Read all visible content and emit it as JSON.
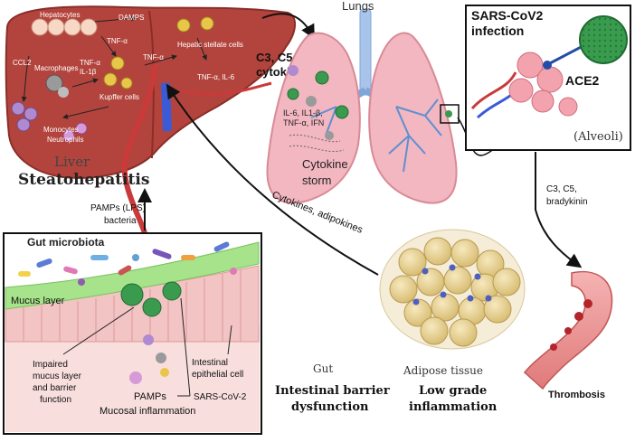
{
  "liver": {
    "hepatocytes": "Hepatocytes",
    "damps": "DAMPS",
    "ccl2": "CCL2",
    "macrophages": "Macrophages",
    "tnfa_il1b_1": "TNF-α",
    "tnfa_il1b_2": "IL-1β",
    "tnfa_left": "TNF-α",
    "tnfa_mid": "TNF-α",
    "hepatic_stellate": "Hepatic stellate cells",
    "kupffer": "Kupffer cells",
    "tnf_il6": "TNF-α, IL-6",
    "monocytes": "Monocytes",
    "neutrophils": "Neutrophils",
    "organ_label": "Liver",
    "condition": "Steatohepatitis"
  },
  "lungs": {
    "organ_label": "Lungs",
    "cytokines_line1": "IL-6, IL1-β,",
    "cytokines_line2": "TNF-α, IFN",
    "storm_line1": "Cytokine",
    "storm_line2": "storm"
  },
  "arrows": {
    "liver_to_lungs_1": "C3, C5,",
    "liver_to_lungs_2": "cytokines",
    "pamps_1": "PAMPs (LPS)",
    "pamps_2": "bacteria",
    "adipose_to_liver": "Cytokines, adipokines",
    "alveoli_to_thrombosis_1": "C3, C5,",
    "alveoli_to_thrombosis_2": "bradykinin"
  },
  "infection": {
    "title_line1": "SARS-CoV2",
    "title_line2": "infection",
    "receptor": "ACE2",
    "region": "(Alveoli)"
  },
  "gut_panel": {
    "microbiota": "Gut microbiota",
    "mucus": "Mucus layer",
    "impaired_1": "Impaired",
    "impaired_2": "mucus layer",
    "impaired_3": "and barrier",
    "impaired_4": "function",
    "epithelial_1": "Intestinal",
    "epithelial_2": "epithelial cell",
    "pamps": "PAMPs",
    "sars": "SARS-CoV-2",
    "inflammation": "Mucosal inflammation"
  },
  "gut": {
    "organ_label": "Gut",
    "condition_1": "Intestinal barrier",
    "condition_2": "dysfunction"
  },
  "adipose": {
    "organ_label": "Adipose tissue",
    "condition_1": "Low grade",
    "condition_2": "inflammation"
  },
  "thrombosis": {
    "label": "Thrombosis"
  },
  "colors": {
    "liver": "#b3443d",
    "lung": "#f2b7c0",
    "airway": "#7fa6d8",
    "virus": "#3a9b4f",
    "mucus": "#a6e38a",
    "fat": "#e8d29a",
    "blood": "#c93a3a"
  }
}
